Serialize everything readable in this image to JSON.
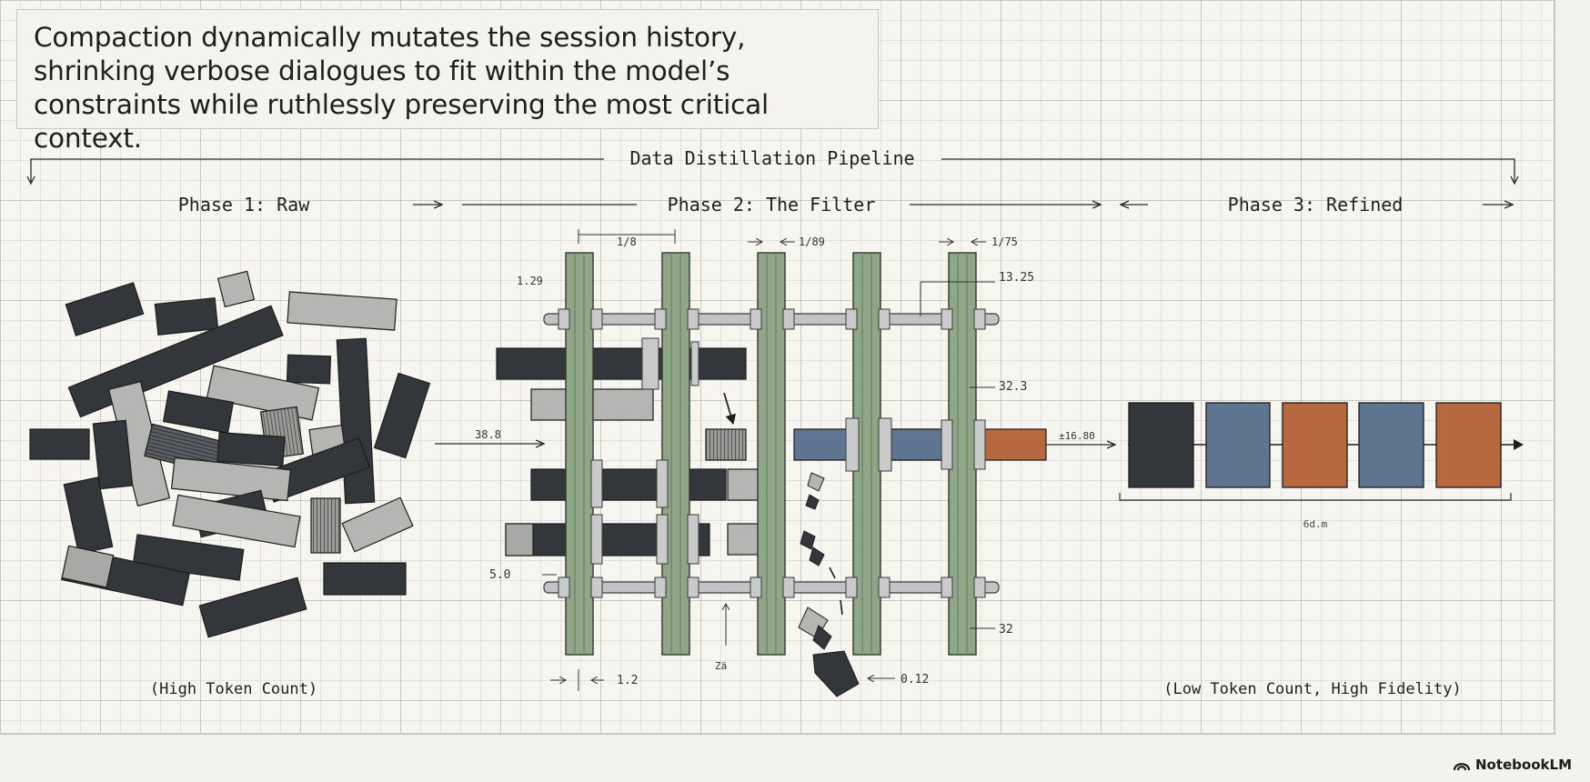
{
  "caption": "Compaction dynamically mutates the session history, shrinking verbose dialogues to fit within the model’s constraints while ruthlessly preserving the most critical context.",
  "pipeline_title": "Data Distillation Pipeline",
  "phases": {
    "raw": "Phase 1: Raw",
    "filter": "Phase 2: The Filter",
    "refined": "Phase 3: Refined"
  },
  "notes": {
    "raw": "(High Token Count)",
    "refined": "(Low Token Count, High Fidelity)"
  },
  "dimensions": {
    "d_1_8": "1/8",
    "d_1_89": "1/89",
    "d_1_75": "1/75",
    "d_1_29": "1.29",
    "d_13_25": "13.25",
    "d_32_3": "32.3",
    "d_38_8": "38.8",
    "d_5_0": "5.0",
    "d_32": "32",
    "d_1_2": "1.2",
    "d_0_12": "0.12",
    "d_zh": "Zä",
    "d_out": "±16.80",
    "d_bracket": "6d.m"
  },
  "colors": {
    "dark": "#33373b",
    "light": "#b5b5b3",
    "green": "#8fa688",
    "blue": "#5f7491",
    "orange": "#b8683f"
  },
  "brand": "NotebookLM"
}
